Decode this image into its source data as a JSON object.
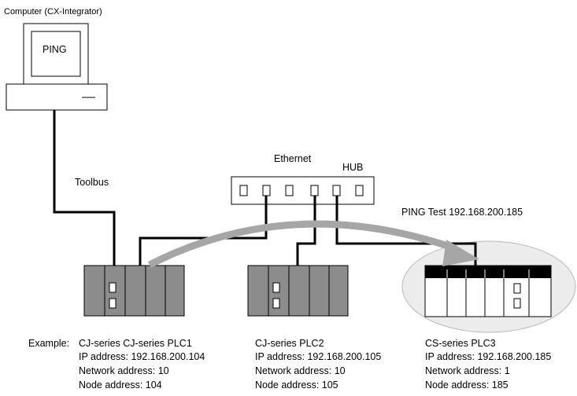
{
  "computer": {
    "label": "Computer (CX-Integrator)",
    "screen_text": "PING"
  },
  "labels": {
    "toolbus": "Toolbus",
    "ethernet": "Ethernet",
    "hub": "HUB",
    "ping_test": "PING Test 192.168.200.185",
    "example": "Example:"
  },
  "plcs": [
    {
      "name": "CJ-series CJ-series PLC1",
      "ip": "IP address: 192.168.200.104",
      "network": "Network address: 10",
      "node": "Node address: 104"
    },
    {
      "name": "CJ-series PLC2",
      "ip": "IP address: 192.168.200.105",
      "network": "Network address: 10",
      "node": "Node address: 105"
    },
    {
      "name": "CS-series PLC3",
      "ip": "IP address: 192.168.200.185",
      "network": "Network address: 1",
      "node": "Node address: 185"
    }
  ],
  "colors": {
    "plc_cj": "#8c8c8c",
    "plc_cs_body": "#ffffff",
    "plc_cs_top": "#000000",
    "arrow": "#a6a6a6",
    "highlight_ellipse": "#ececec"
  }
}
